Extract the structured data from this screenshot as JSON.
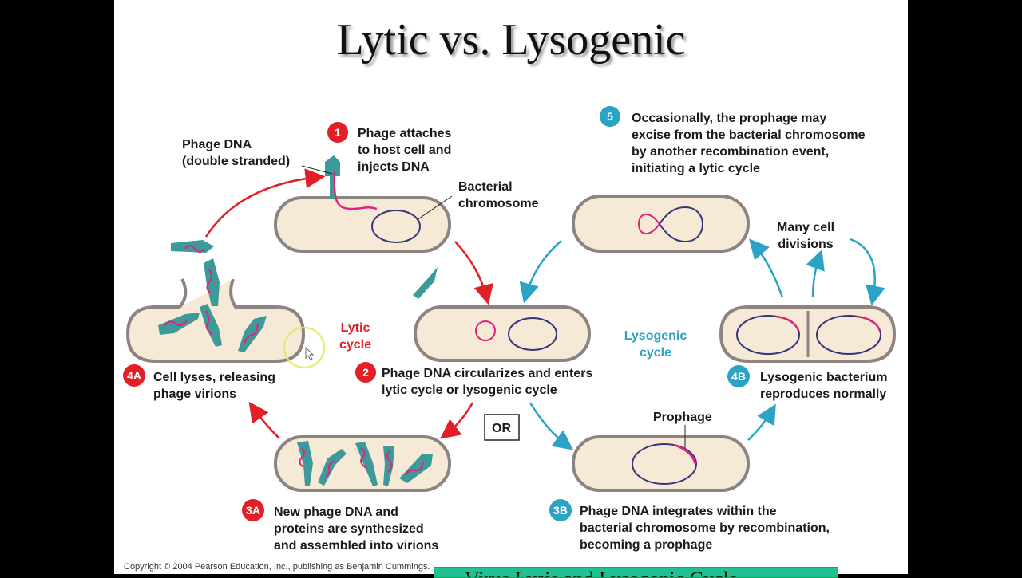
{
  "title": "Lytic vs. Lysogenic",
  "labels": {
    "phage_dna": [
      "Phage DNA",
      "(double stranded)"
    ],
    "bacterial_chromosome": [
      "Bacterial",
      "chromosome"
    ],
    "lytic_cycle": [
      "Lytic",
      "cycle"
    ],
    "lysogenic_cycle": [
      "Lysogenic",
      "cycle"
    ],
    "many_divisions": [
      "Many cell",
      "divisions"
    ],
    "prophage": "Prophage",
    "or": "OR"
  },
  "steps": {
    "s1": {
      "badge": "1",
      "lines": [
        "Phage attaches",
        "to host cell and",
        "injects DNA"
      ]
    },
    "s2": {
      "badge": "2",
      "lines": [
        "Phage DNA circularizes and enters",
        "lytic cycle or lysogenic cycle"
      ]
    },
    "s3a": {
      "badge": "3A",
      "lines": [
        "New phage DNA and",
        "proteins are synthesized",
        "and assembled into virions"
      ]
    },
    "s4a": {
      "badge": "4A",
      "lines": [
        "Cell lyses, releasing",
        "phage virions"
      ]
    },
    "s3b": {
      "badge": "3B",
      "lines": [
        "Phage DNA integrates within the",
        "bacterial chromosome by recombination,",
        "becoming a prophage"
      ]
    },
    "s4b": {
      "badge": "4B",
      "lines": [
        "Lysogenic bacterium",
        "reproduces normally"
      ]
    },
    "s5": {
      "badge": "5",
      "lines": [
        "Occasionally, the prophage may",
        "excise from the bacterial chromosome",
        "by another recombination event,",
        "initiating a lytic cycle"
      ]
    }
  },
  "copyright": "Copyright © 2004 Pearson Education, Inc., publishing as Benjamin Cummings.",
  "banner": "Virus Lysis and Lysogenic Cycle",
  "colors": {
    "lytic": "#e21f26",
    "lysogenic": "#2aa3c4",
    "phage": "#3e9a99",
    "dna": "#e0237f",
    "chromosome": "#35357a"
  }
}
